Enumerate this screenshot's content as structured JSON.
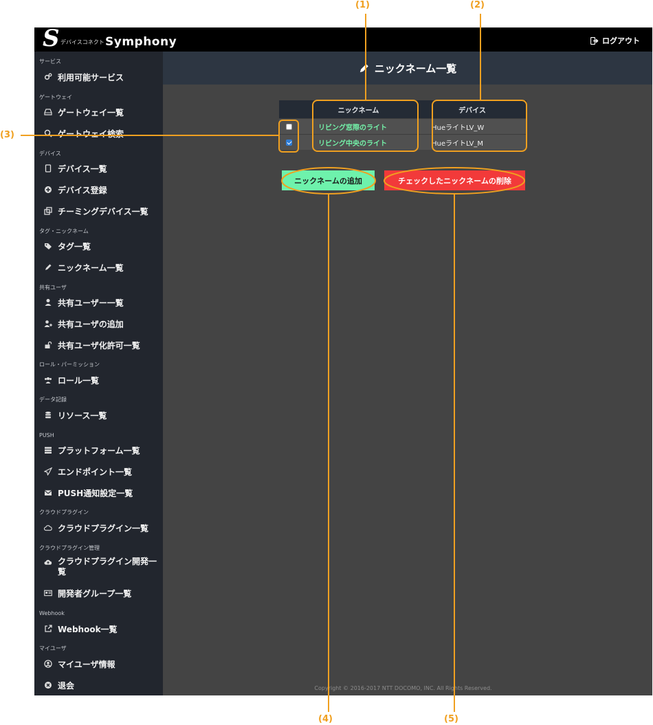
{
  "app": {
    "logo_letter": "S",
    "logo_sub": "デバイスコネクト",
    "logo_name": "Symphony",
    "logout_label": "ログアウト"
  },
  "sidebar": {
    "sections": [
      {
        "title": "サービス",
        "items": [
          {
            "label": "利用可能サービス",
            "icon": "cogs-icon"
          }
        ]
      },
      {
        "title": "ゲートウェイ",
        "items": [
          {
            "label": "ゲートウェイ一覧",
            "icon": "hdd-icon"
          },
          {
            "label": "ゲートウェイ検索",
            "icon": "search-icon"
          }
        ]
      },
      {
        "title": "デバイス",
        "items": [
          {
            "label": "デバイス一覧",
            "icon": "tablet-icon"
          },
          {
            "label": "デバイス登録",
            "icon": "plus-circle-icon"
          },
          {
            "label": "チーミングデバイス一覧",
            "icon": "clone-icon"
          }
        ]
      },
      {
        "title": "タグ・ニックネーム",
        "items": [
          {
            "label": "タグ一覧",
            "icon": "tags-icon"
          },
          {
            "label": "ニックネーム一覧",
            "icon": "pencil-icon"
          }
        ]
      },
      {
        "title": "共有ユーザ",
        "items": [
          {
            "label": "共有ユーザー一覧",
            "icon": "user-icon"
          },
          {
            "label": "共有ユーザの追加",
            "icon": "user-plus-icon"
          },
          {
            "label": "共有ユーザ化許可一覧",
            "icon": "unlock-icon"
          }
        ]
      },
      {
        "title": "ロール・パーミッション",
        "items": [
          {
            "label": "ロール一覧",
            "icon": "users-icon"
          }
        ]
      },
      {
        "title": "データ記録",
        "items": [
          {
            "label": "リソース一覧",
            "icon": "database-icon"
          }
        ]
      },
      {
        "title": "PUSH",
        "items": [
          {
            "label": "プラットフォーム一覧",
            "icon": "server-icon"
          },
          {
            "label": "エンドポイント一覧",
            "icon": "paper-plane-icon"
          },
          {
            "label": "PUSH通知設定一覧",
            "icon": "envelope-icon"
          }
        ]
      },
      {
        "title": "クラウドプラグイン",
        "items": [
          {
            "label": "クラウドプラグイン一覧",
            "icon": "cloud-icon"
          }
        ]
      },
      {
        "title": "クラウドプラグイン管理",
        "items": [
          {
            "label": "クラウドプラグイン開発一覧",
            "icon": "cloud-upload-icon"
          },
          {
            "label": "開発者グループ一覧",
            "icon": "id-card-icon"
          }
        ]
      },
      {
        "title": "Webhook",
        "items": [
          {
            "label": "Webhook一覧",
            "icon": "external-link-icon"
          }
        ]
      },
      {
        "title": "マイユーザ",
        "items": [
          {
            "label": "マイユーザ情報",
            "icon": "user-circle-icon"
          },
          {
            "label": "退会",
            "icon": "times-circle-icon"
          }
        ]
      }
    ]
  },
  "page": {
    "title": "ニックネーム一覧",
    "table": {
      "headers": [
        "",
        "ニックネーム",
        "デバイス"
      ],
      "rows": [
        {
          "checked": false,
          "nickname": "リビング窓際のライト",
          "device": "HueライトLV_W"
        },
        {
          "checked": true,
          "nickname": "リビング中央のライト",
          "device": "HueライトLV_M"
        }
      ]
    },
    "add_button": "ニックネームの追加",
    "delete_button": "チェックしたニックネームの削除",
    "copyright": "Copyright © 2016-2017 NTT DOCOMO, INC. All Rights Reserved."
  },
  "callouts": [
    "(1)",
    "(2)",
    "(3)",
    "(4)",
    "(5)"
  ],
  "colors": {
    "callout": "#f0a020",
    "add_button": "#6ef2ac",
    "delete_button": "#f23a3a",
    "nickname_text": "#73f0a8",
    "sidebar_bg": "#22262e",
    "header_bg": "#2d3642"
  }
}
